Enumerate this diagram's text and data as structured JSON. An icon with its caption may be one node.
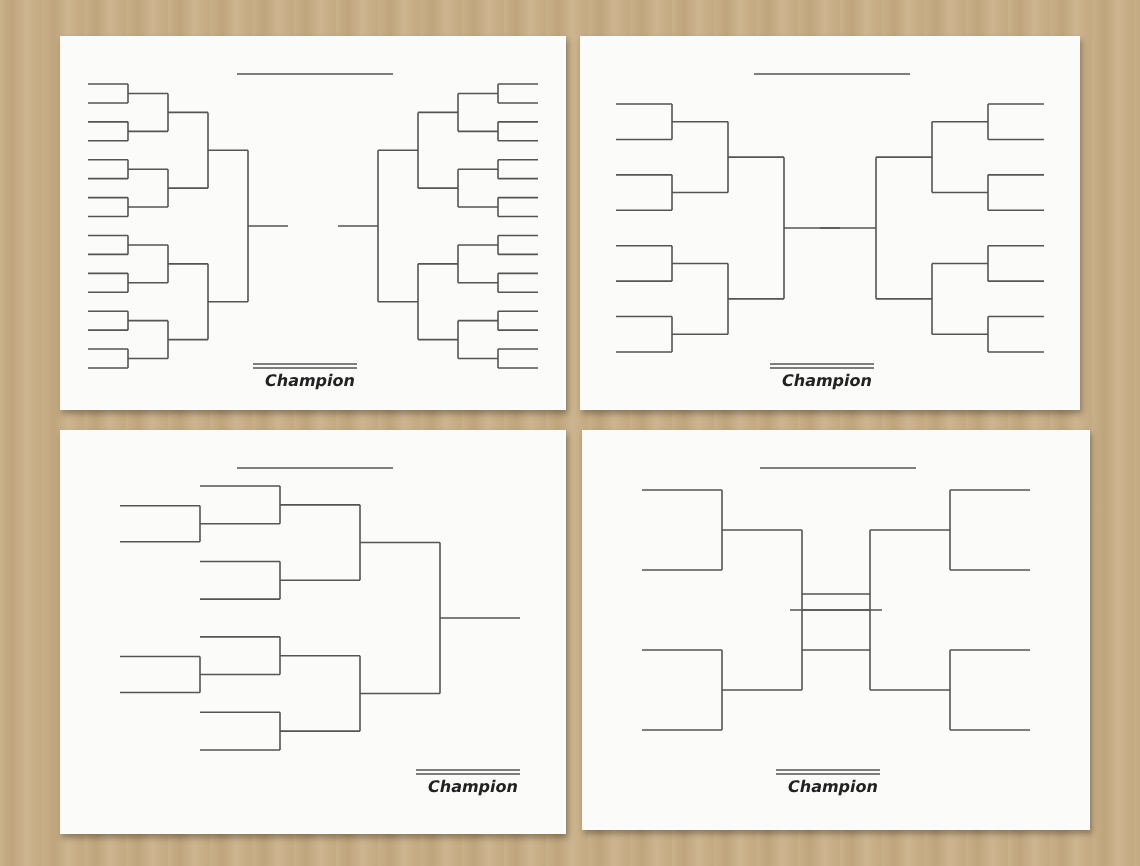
{
  "diagram": {
    "labels": [
      "Champion",
      "Champion",
      "Champion",
      "Champion"
    ]
  }
}
